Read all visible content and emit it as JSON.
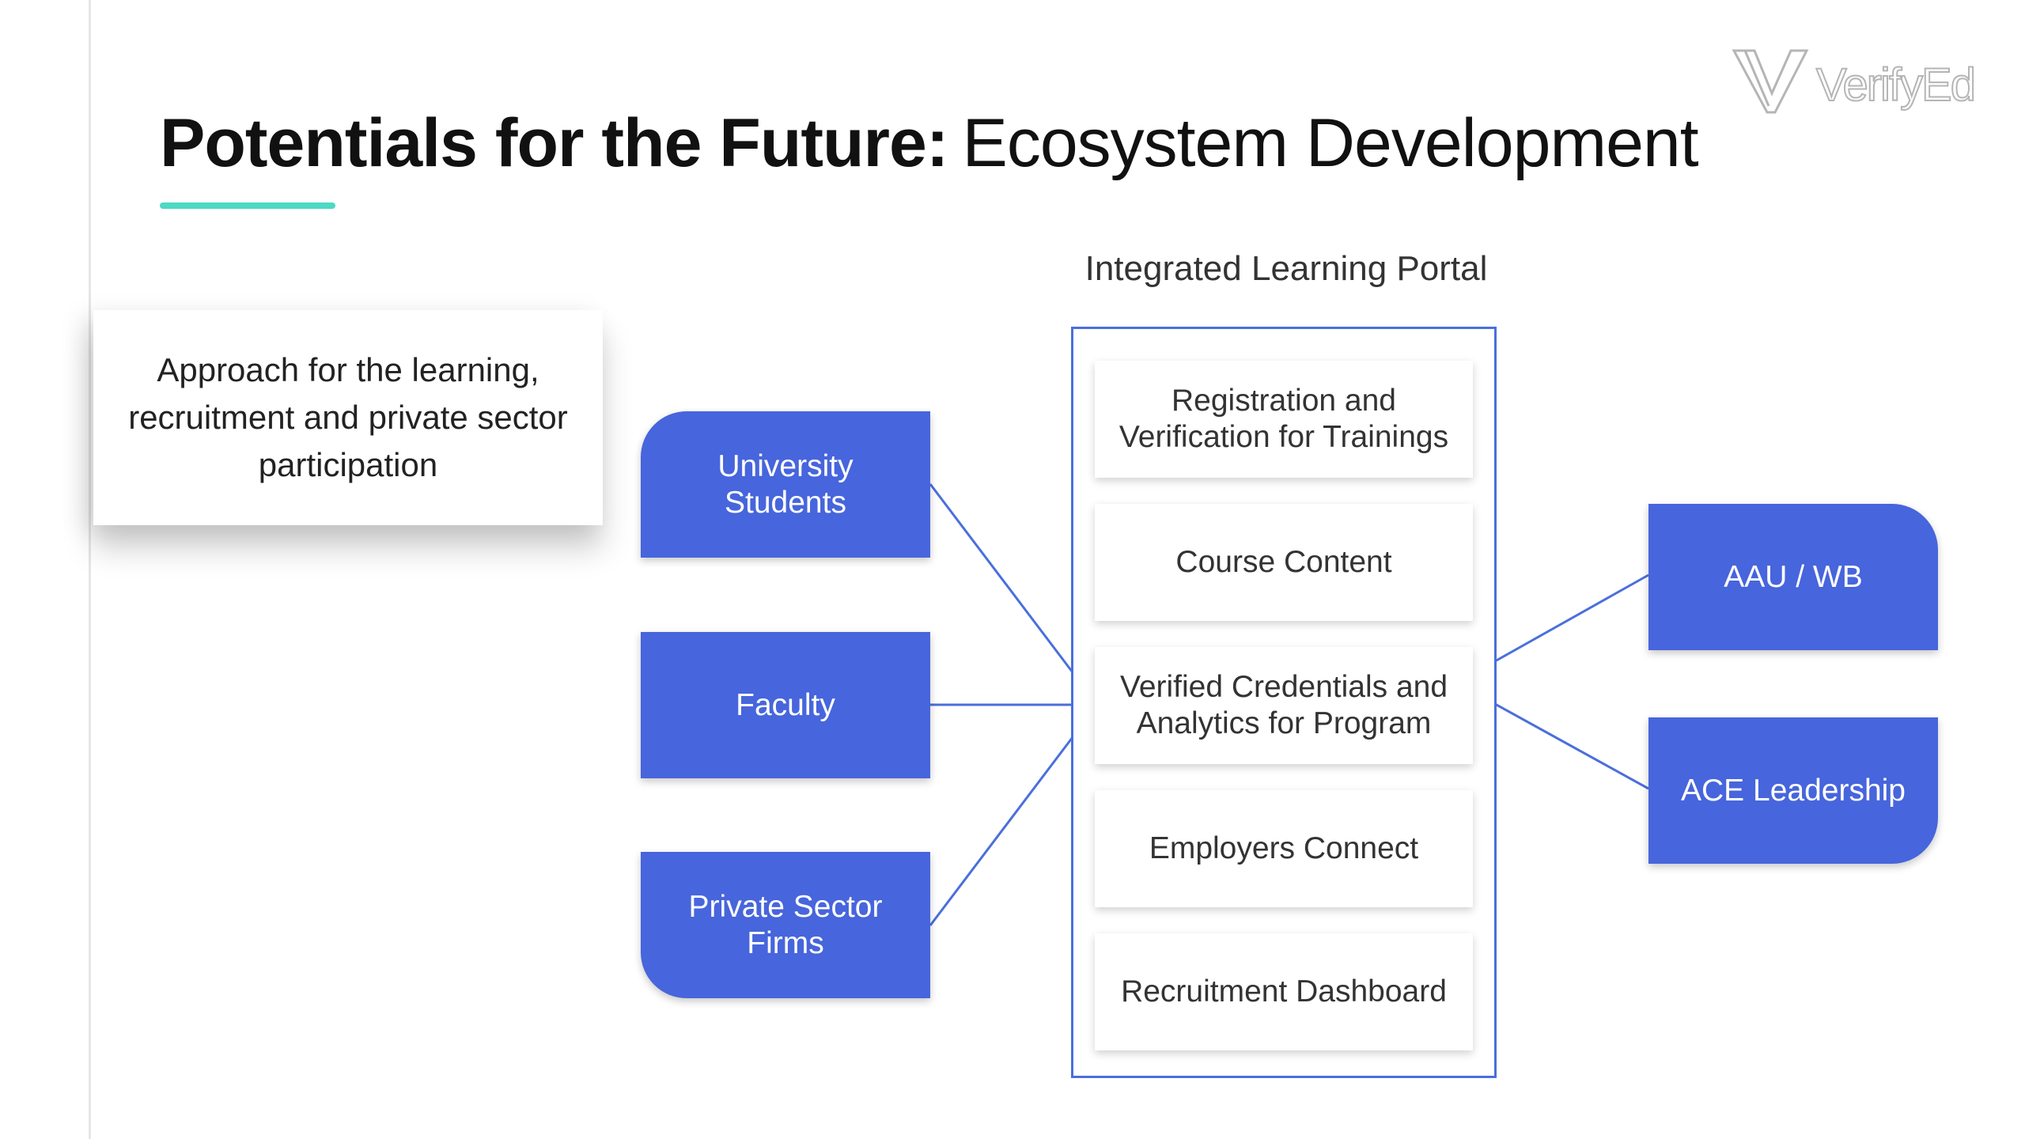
{
  "slide": {
    "title_bold": "Potentials for the Future:",
    "title_light": "Ecosystem Development"
  },
  "logo": {
    "text": "VerifyEd",
    "icon": "verifyed-v-logo-icon"
  },
  "note": {
    "text": "Approach for the learning, recruitment and private sector participation"
  },
  "portal": {
    "heading": "Integrated Learning Portal",
    "items": [
      "Registration and Verification for Trainings",
      "Course Content",
      "Verified Credentials and Analytics for Program",
      "Employers Connect",
      "Recruitment Dashboard"
    ]
  },
  "inputs": [
    "University Students",
    "Faculty",
    "Private Sector Firms"
  ],
  "outputs": [
    "AAU / WB",
    "ACE Leadership"
  ],
  "colors": {
    "accent_teal": "#4dd9c5",
    "box_blue": "#4765dc",
    "frame_blue": "#4a6fdc",
    "connector_blue": "#4a6fdc"
  }
}
